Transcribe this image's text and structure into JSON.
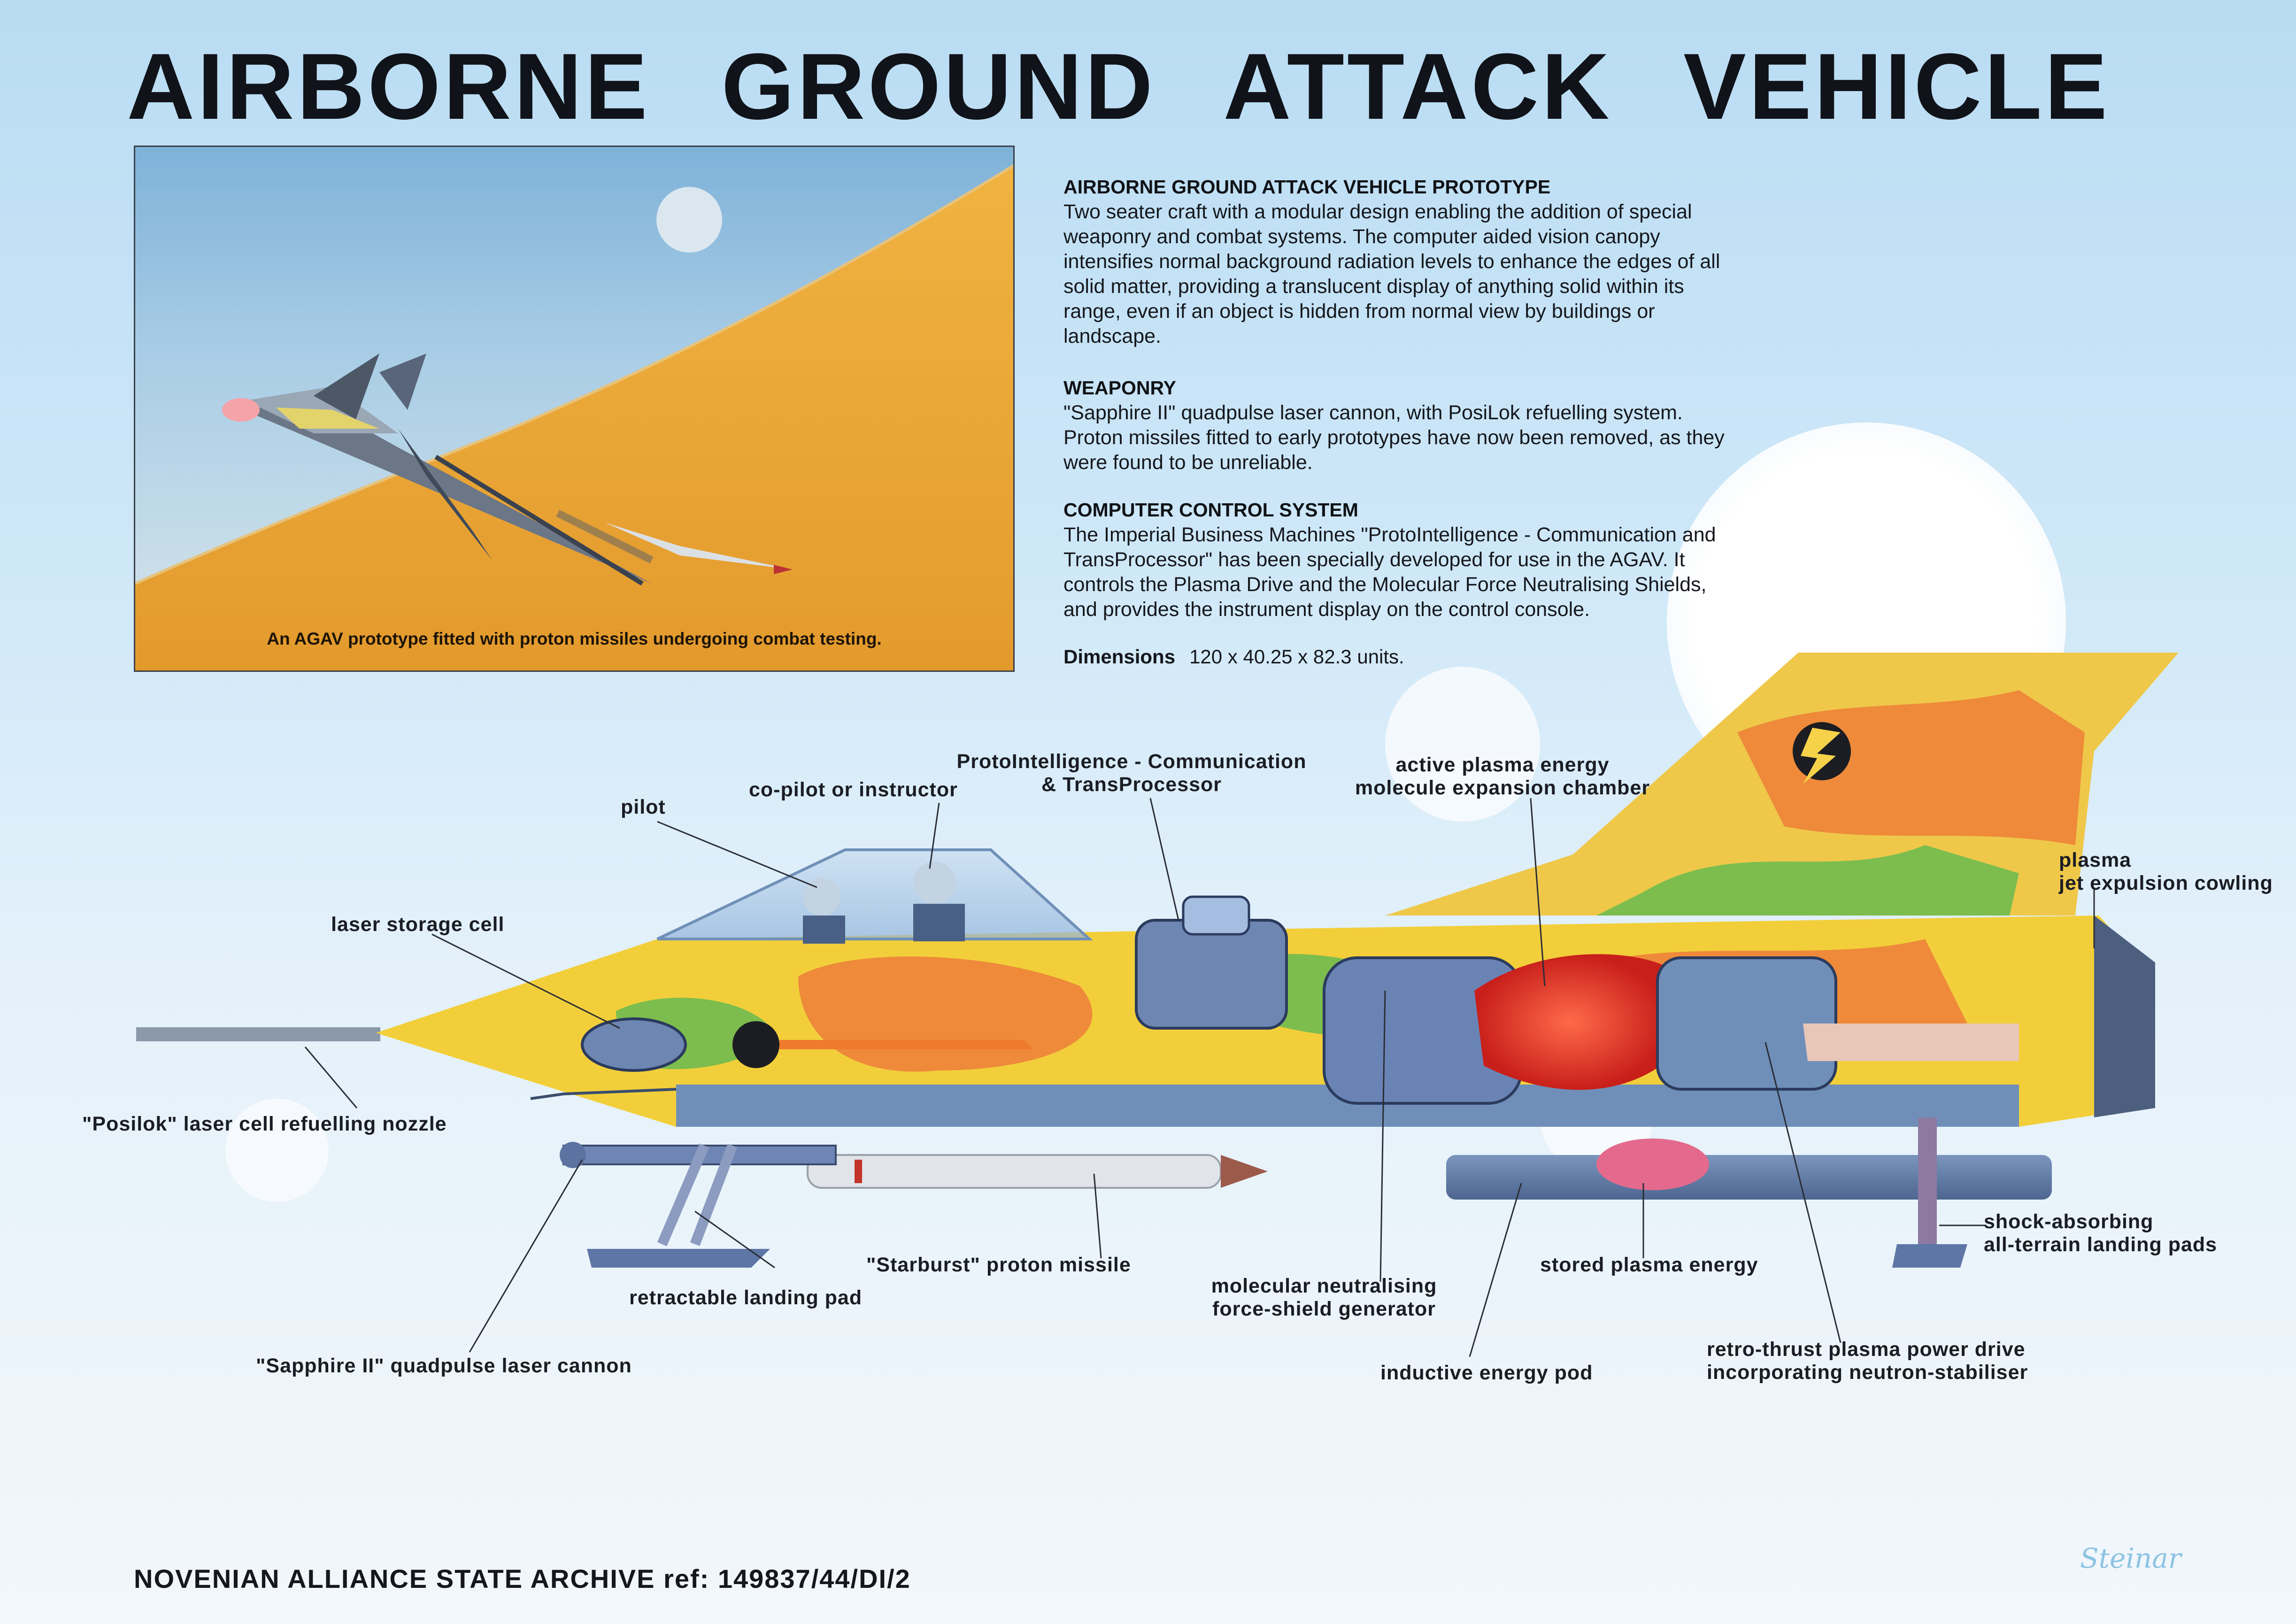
{
  "title": "AIRBORNE GROUND ATTACK VEHICLE",
  "photo": {
    "caption": "An AGAV prototype fitted with proton missiles undergoing combat testing."
  },
  "sections": [
    {
      "heading": "AIRBORNE GROUND ATTACK VEHICLE PROTOTYPE",
      "lines": [
        "Two seater craft with a modular design enabling the addition of special",
        "weaponry and combat systems.  The computer aided vision canopy",
        "intensifies normal background radiation levels to enhance the edges of all",
        "solid matter, providing a translucent display of anything solid within its",
        "range, even if an object is hidden from normal view by buildings or",
        "landscape."
      ]
    },
    {
      "heading": "WEAPONRY",
      "lines": [
        "\"Sapphire II\" quadpulse laser cannon, with PosiLok refuelling system.",
        "Proton missiles fitted to early prototypes have now been removed, as they",
        "were found to be unreliable."
      ]
    },
    {
      "heading": "COMPUTER CONTROL SYSTEM",
      "lines": [
        "The Imperial Business Machines \"ProtoIntelligence -  Communication and",
        "TransProcessor\" has been specially developed for use in the AGAV.  It",
        "controls the Plasma Drive and the Molecular Force Neutralising Shields,",
        "and provides the instrument display on the control console."
      ]
    }
  ],
  "dimensions": {
    "label": "Dimensions",
    "value": "120  x  40.25  x  82.3  units."
  },
  "labels": {
    "pilot": "pilot",
    "copilot": "co-pilot or instructor",
    "proto_1": "ProtoIntelligence - Communication",
    "proto_2": "& TransProcessor",
    "plasma_chamber_1": "active plasma energy",
    "plasma_chamber_2": "molecule expansion chamber",
    "cowling_1": "plasma",
    "cowling_2": "jet expulsion cowling",
    "laser_cell": "laser storage cell",
    "posilok": "\"Posilok\" laser cell refuelling nozzle",
    "starburst": "\"Starburst\" proton missile",
    "retract_pad": "retractable landing pad",
    "sapphire": "\"Sapphire II\" quadpulse laser cannon",
    "shield_1": "molecular neutralising",
    "shield_2": "force-shield generator",
    "stored_plasma": "stored plasma energy",
    "energy_pod": "inductive energy pod",
    "retro_1": "retro-thrust plasma power drive",
    "retro_2": "incorporating neutron-stabiliser",
    "shock_1": "shock-absorbing",
    "shock_2": "all-terrain landing pads"
  },
  "footer": {
    "archive": "NOVENIAN ALLIANCE STATE ARCHIVE ref: 149837/44/DI/2",
    "signature": "Steinar"
  },
  "colors": {
    "camo_yellow": "#f2cf3a",
    "camo_orange": "#ee8a3a",
    "camo_green": "#7cbd4e",
    "hull_blue": "#6f8fb8",
    "plasma_red": "#e8362a"
  }
}
